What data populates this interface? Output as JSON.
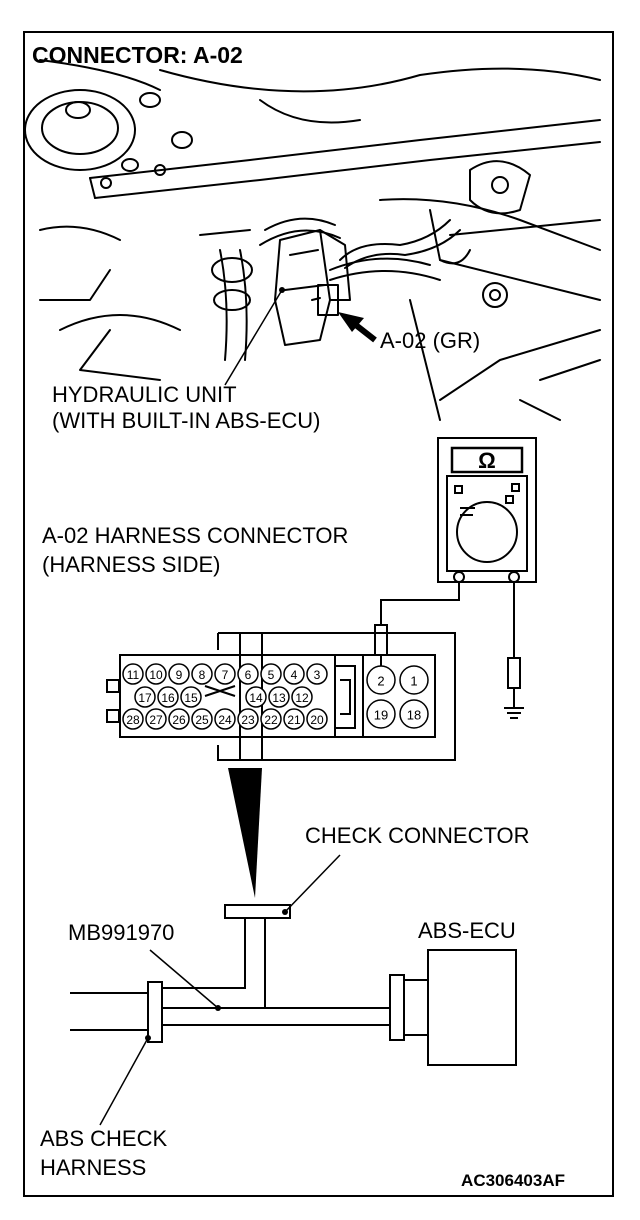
{
  "title": "CONNECTOR: A-02",
  "labels": {
    "connector_id": "A-02 (GR)",
    "hydraulic_unit_line1": "HYDRAULIC UNIT",
    "hydraulic_unit_line2": "(WITH BUILT-IN ABS-ECU)",
    "harness_connector_line1": "A-02 HARNESS CONNECTOR",
    "harness_connector_line2": "(HARNESS SIDE)",
    "check_connector": "CHECK CONNECTOR",
    "tool_number": "MB991970",
    "abs_ecu": "ABS-ECU",
    "abs_check_harness_line1": "ABS CHECK",
    "abs_check_harness_line2": "HARNESS",
    "figure_code": "AC306403AF"
  },
  "meter": {
    "symbol": "Ω"
  },
  "pins": {
    "row1": [
      "11",
      "10",
      "9",
      "8",
      "7",
      "6",
      "5",
      "4",
      "3"
    ],
    "row2": [
      "17",
      "16",
      "15",
      "14",
      "13",
      "12"
    ],
    "row3": [
      "28",
      "27",
      "26",
      "25",
      "24",
      "23",
      "22",
      "21",
      "20"
    ],
    "right_top": [
      "2",
      "1"
    ],
    "right_bottom": [
      "19",
      "18"
    ]
  }
}
